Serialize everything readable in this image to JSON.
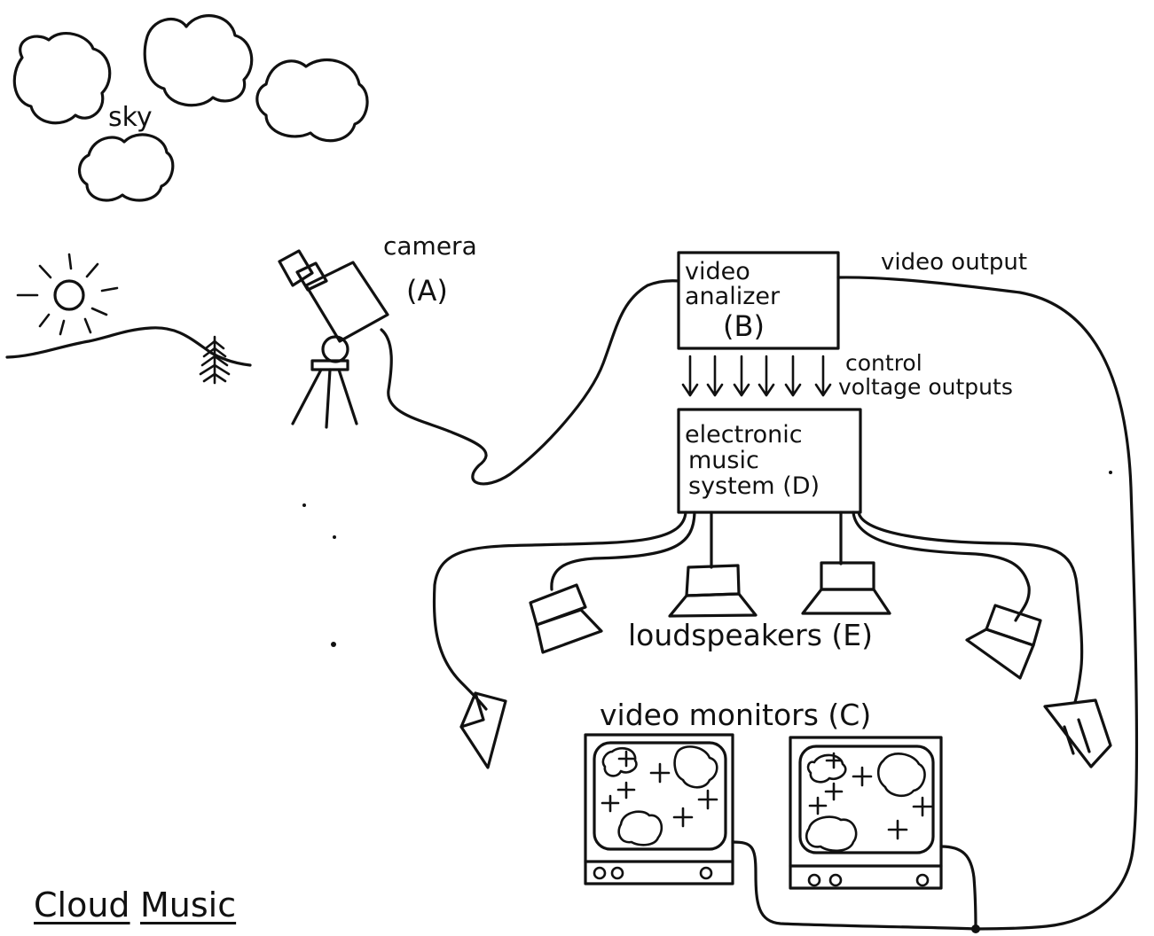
{
  "title": {
    "word1": "Cloud",
    "word2": "Music"
  },
  "labels": {
    "sky": "sky",
    "camera": "camera",
    "camera_id": "(A)",
    "analyzer_line1": "video",
    "analyzer_line2": "analizer",
    "analyzer_id": "(B)",
    "video_output": "video output",
    "control_line1": "control",
    "control_line2": "voltage outputs",
    "music_line1": "electronic",
    "music_line2": "music",
    "music_line3": "system (D)",
    "loudspeakers": "loudspeakers (E)",
    "monitors": "video monitors (C)"
  },
  "colors": {
    "ink": "#111111",
    "paper": "#ffffff"
  }
}
